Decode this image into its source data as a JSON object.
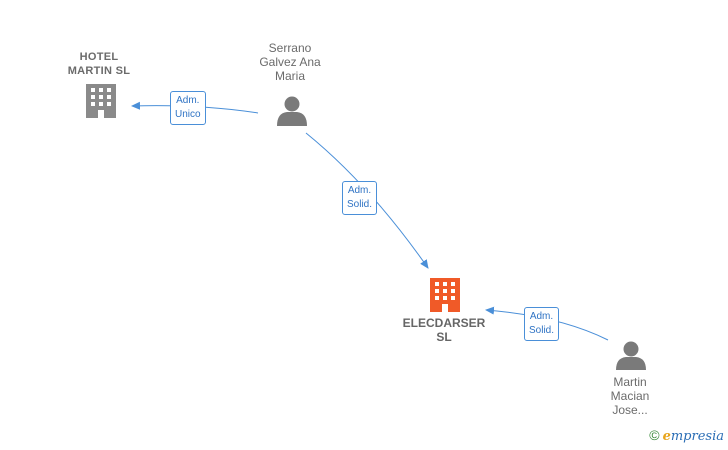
{
  "nodes": {
    "hotel": {
      "lines": [
        "HOTEL",
        "MARTIN  SL"
      ]
    },
    "serrano": {
      "lines": [
        "Serrano",
        "Galvez Ana",
        "Maria"
      ]
    },
    "elecdarser": {
      "lines": [
        "ELECDARSER",
        "SL"
      ]
    },
    "martin": {
      "lines": [
        "Martin",
        "Macian",
        "Jose..."
      ]
    }
  },
  "edges": {
    "serrano_hotel": {
      "lines": [
        "Adm.",
        "Unico"
      ]
    },
    "serrano_elecdarser": {
      "lines": [
        "Adm.",
        "Solid."
      ]
    },
    "martin_elecdarser": {
      "lines": [
        "Adm.",
        "Solid."
      ]
    }
  },
  "colors": {
    "edge": "#4a8fd8",
    "company_icon": "#8a8a8a",
    "focus_icon": "#f05a28",
    "person_icon": "#7a7a7a"
  },
  "icons": {
    "hotel": "building-icon",
    "elecdarser": "building-icon",
    "serrano": "person-icon",
    "martin": "person-icon"
  },
  "brand": {
    "copyright": "©",
    "e": "e",
    "rest": "mpresia"
  }
}
